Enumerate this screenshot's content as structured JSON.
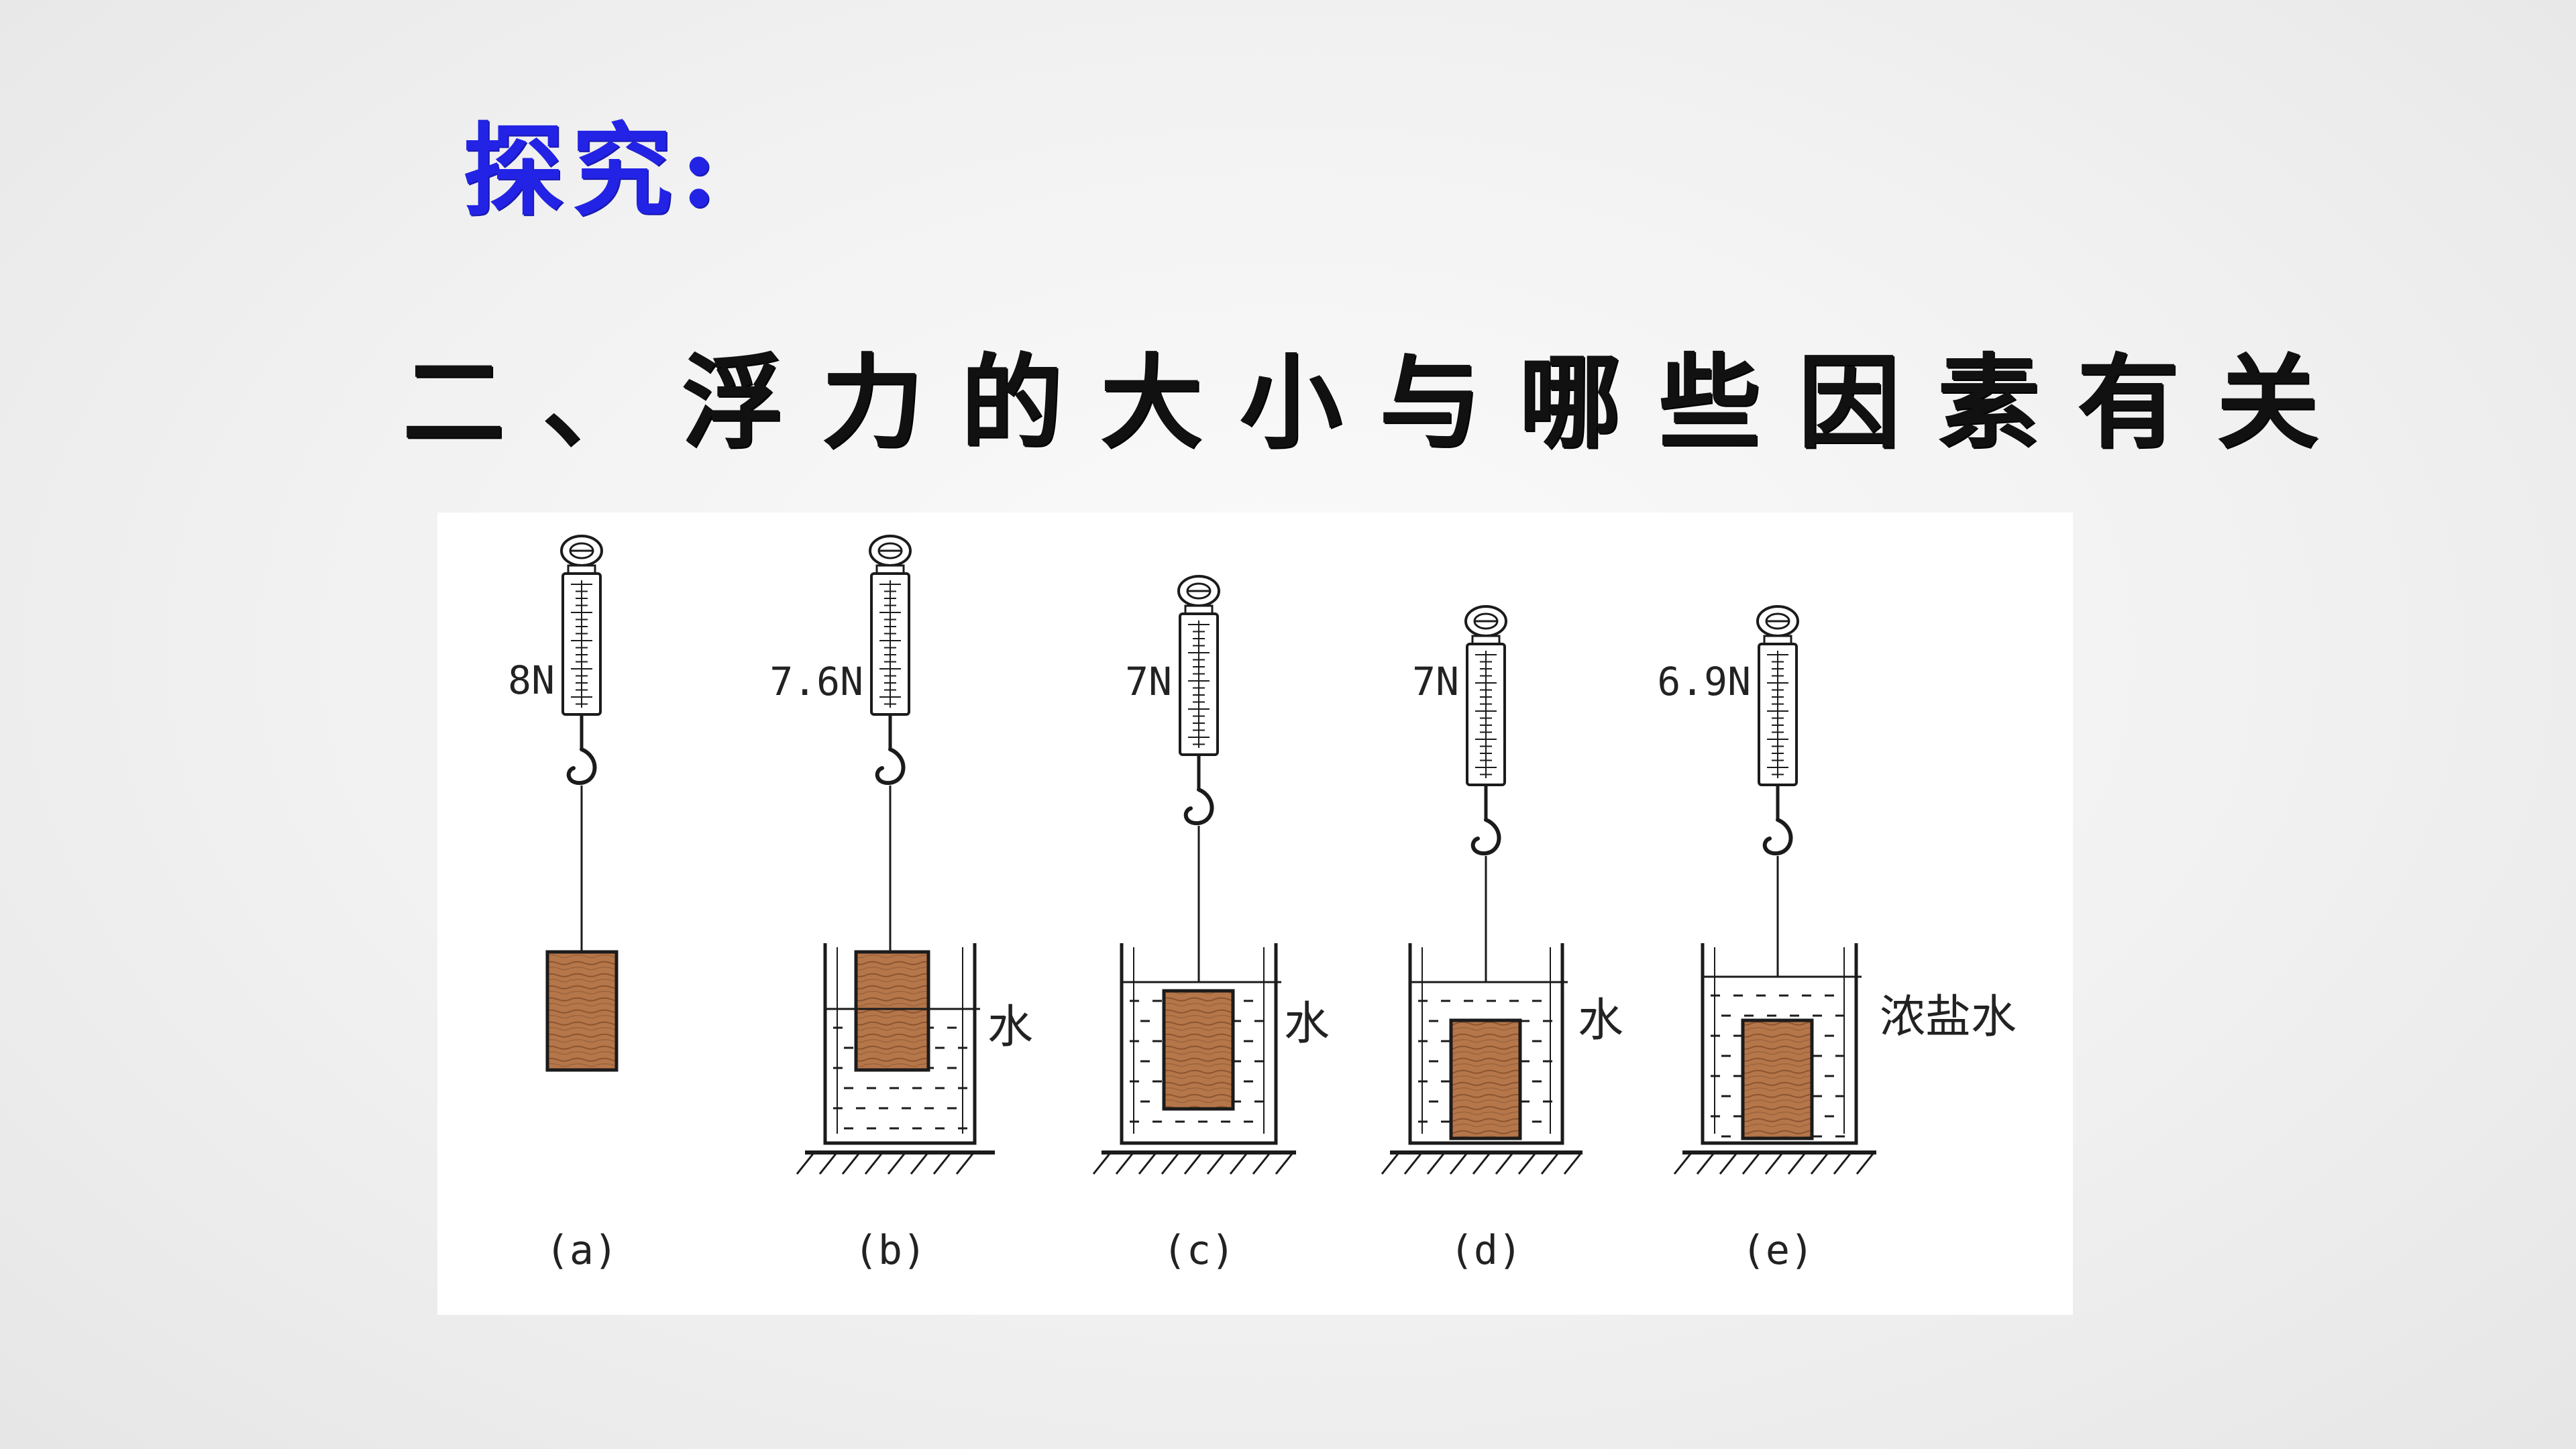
{
  "heading": "探究:",
  "subtitle": "二、浮力的大小与哪些因素有关",
  "colors": {
    "heading": "#2323e6",
    "subtitle": "#111111",
    "block_fill": "#b5764a",
    "block_stroke": "#1b1b1b"
  },
  "icons": {
    "scale": "spring-scale-icon",
    "block": "wood-block-icon",
    "beaker": "beaker-icon",
    "ground": "ground-hatch-icon"
  },
  "panels": [
    {
      "caption": "(a)",
      "reading": "8N",
      "liquid": ""
    },
    {
      "caption": "(b)",
      "reading": "7.6N",
      "liquid": "水"
    },
    {
      "caption": "(c)",
      "reading": "7N",
      "liquid": "水"
    },
    {
      "caption": "(d)",
      "reading": "7N",
      "liquid": "水"
    },
    {
      "caption": "(e)",
      "reading": "6.9N",
      "liquid": "浓盐水"
    }
  ]
}
